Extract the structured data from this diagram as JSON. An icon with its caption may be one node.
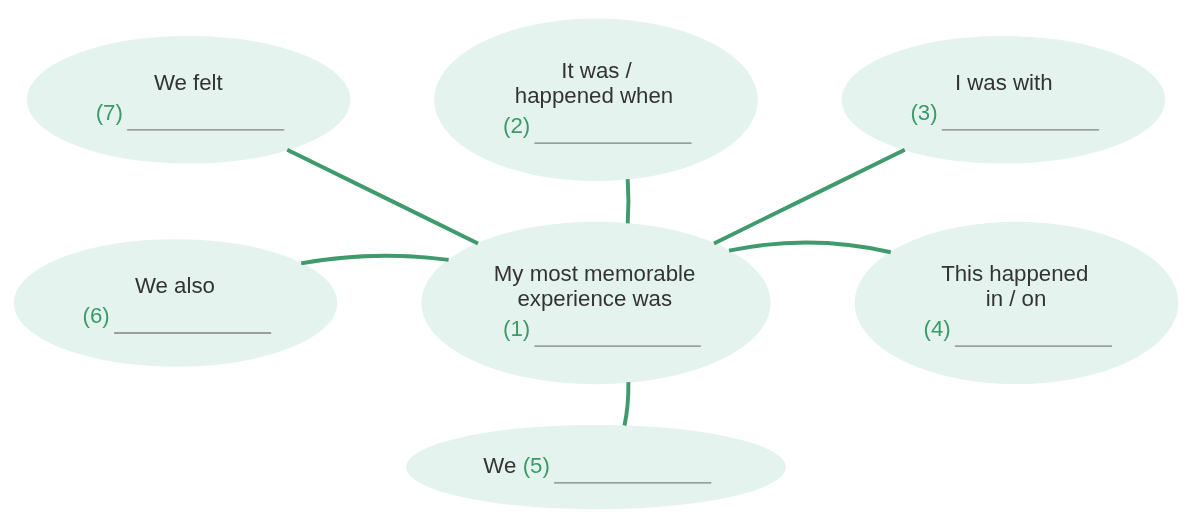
{
  "diagram": {
    "nodes": [
      {
        "text": [
          "My most memorable experience was",
          "(1)"
        ]
      },
      {
        "text": [
          "It was / happened when",
          "(2)"
        ]
      },
      {
        "text": [
          "I was with",
          "(3)"
        ]
      },
      {
        "text": [
          "This happened in / on",
          "(4)"
        ]
      },
      {
        "text": [
          "We",
          "(5)"
        ]
      },
      {
        "text": [
          "We also",
          "(6)"
        ]
      },
      {
        "text": [
          "We felt",
          "(7)"
        ]
      }
    ],
    "edges": [
      {
        "from": 0,
        "to": 1,
        "arrow": "none"
      },
      {
        "from": 0,
        "to": 2,
        "arrow": "none"
      },
      {
        "from": 0,
        "to": 3,
        "arrow": "none"
      },
      {
        "from": 0,
        "to": 4,
        "arrow": "none"
      },
      {
        "from": 0,
        "to": 5,
        "arrow": "none"
      },
      {
        "from": 0,
        "to": 6,
        "arrow": "none"
      }
    ]
  }
}
